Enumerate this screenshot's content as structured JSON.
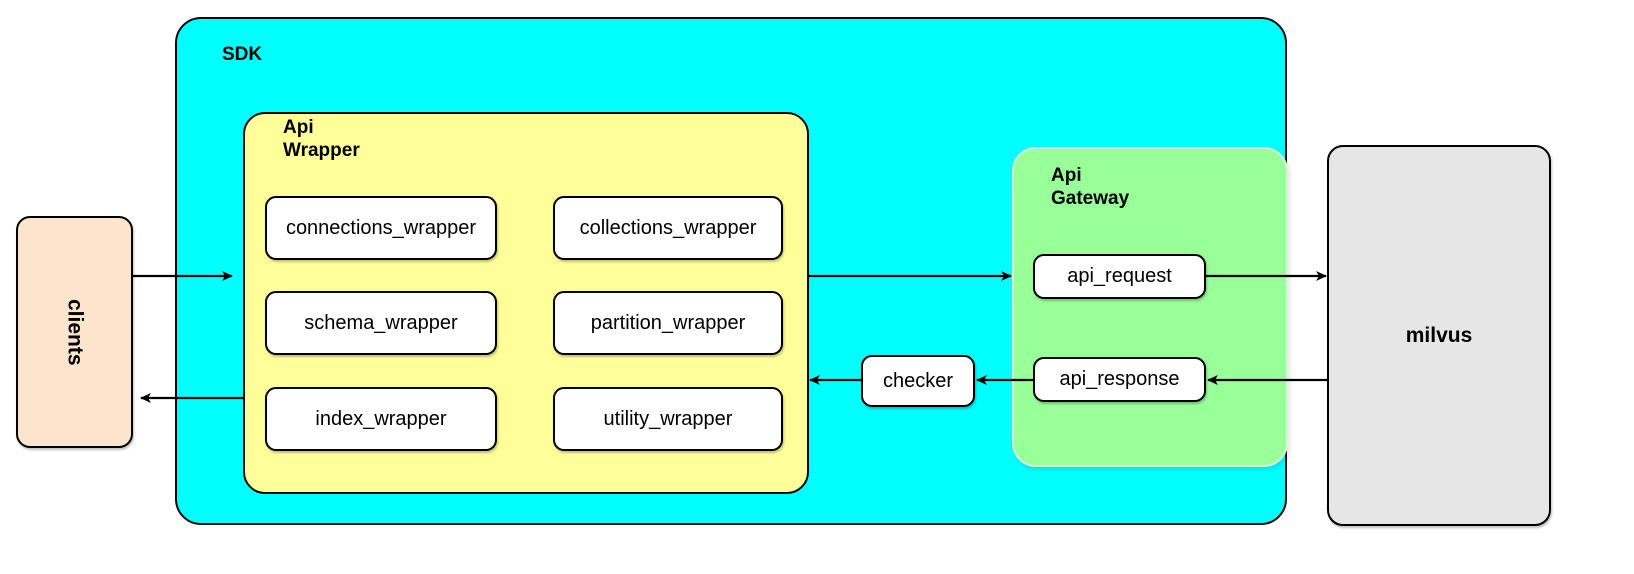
{
  "diagram": {
    "title_present": false,
    "containers": {
      "sdk": {
        "label": "SDK",
        "color": "#00ffff"
      },
      "api_wrapper": {
        "label": "Api\nWrapper",
        "color": "#ffff99"
      },
      "api_gateway": {
        "label": "Api\nGateway",
        "color": "#99ff99"
      }
    },
    "nodes": {
      "clients": {
        "label": "clients",
        "color": "#fde5cd",
        "orientation": "vertical"
      },
      "milvus": {
        "label": "milvus",
        "color": "#e6e6e6",
        "orientation": "horizontal"
      },
      "checker": {
        "label": "checker",
        "color": "#ffffff"
      },
      "wrappers": [
        {
          "id": "connections_wrapper",
          "label": "connections_wrapper"
        },
        {
          "id": "collections_wrapper",
          "label": "collections_wrapper"
        },
        {
          "id": "schema_wrapper",
          "label": "schema_wrapper"
        },
        {
          "id": "partition_wrapper",
          "label": "partition_wrapper"
        },
        {
          "id": "index_wrapper",
          "label": "index_wrapper"
        },
        {
          "id": "utility_wrapper",
          "label": "utility_wrapper"
        }
      ],
      "gateway_nodes": [
        {
          "id": "api_request",
          "label": "api_request"
        },
        {
          "id": "api_response",
          "label": "api_response"
        }
      ]
    },
    "edges": [
      {
        "from": "clients",
        "to": "api_wrapper",
        "direction": "right"
      },
      {
        "from": "api_wrapper",
        "to": "api_gateway",
        "direction": "right"
      },
      {
        "from": "api_request",
        "to": "milvus",
        "direction": "right"
      },
      {
        "from": "milvus",
        "to": "api_response",
        "direction": "left"
      },
      {
        "from": "api_response",
        "to": "checker",
        "direction": "left"
      },
      {
        "from": "checker",
        "to": "api_wrapper",
        "direction": "left"
      },
      {
        "from": "api_wrapper",
        "to": "clients",
        "direction": "left"
      }
    ],
    "stroke_color": "#000000"
  }
}
